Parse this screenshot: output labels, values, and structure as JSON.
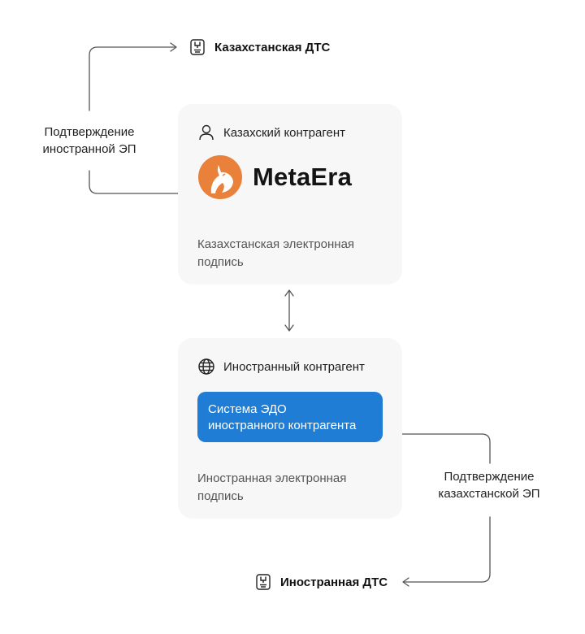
{
  "kz_dts": {
    "label": "Казахстанская ДТС",
    "icon": "document-stamp-icon"
  },
  "foreign_dts": {
    "label": "Иностранная ДТС",
    "icon": "document-stamp-icon"
  },
  "left_note": {
    "line1": "Подтверждение",
    "line2": "иностранной ЭП"
  },
  "right_note": {
    "line1": "Подтверждение",
    "line2": "казахстанской ЭП"
  },
  "kz_card": {
    "title": "Казахский контрагент",
    "title_icon": "user-icon",
    "brand_name": "MetaEra",
    "brand_logo": "metaera-logo",
    "signature_line1": "Казахстанская электронная",
    "signature_line2": "подпись"
  },
  "foreign_card": {
    "title": "Иностранный контрагент",
    "title_icon": "globe-icon",
    "system_line1": "Система ЭДО",
    "system_line2": "иностранного контрагента",
    "signature_line1": "Иностранная электронная",
    "signature_line2": "подпись"
  },
  "colors": {
    "card_bg": "#f7f7f7",
    "accent_blue": "#1f7dd6",
    "logo_orange": "#e9813a",
    "line_gray": "#555555"
  }
}
